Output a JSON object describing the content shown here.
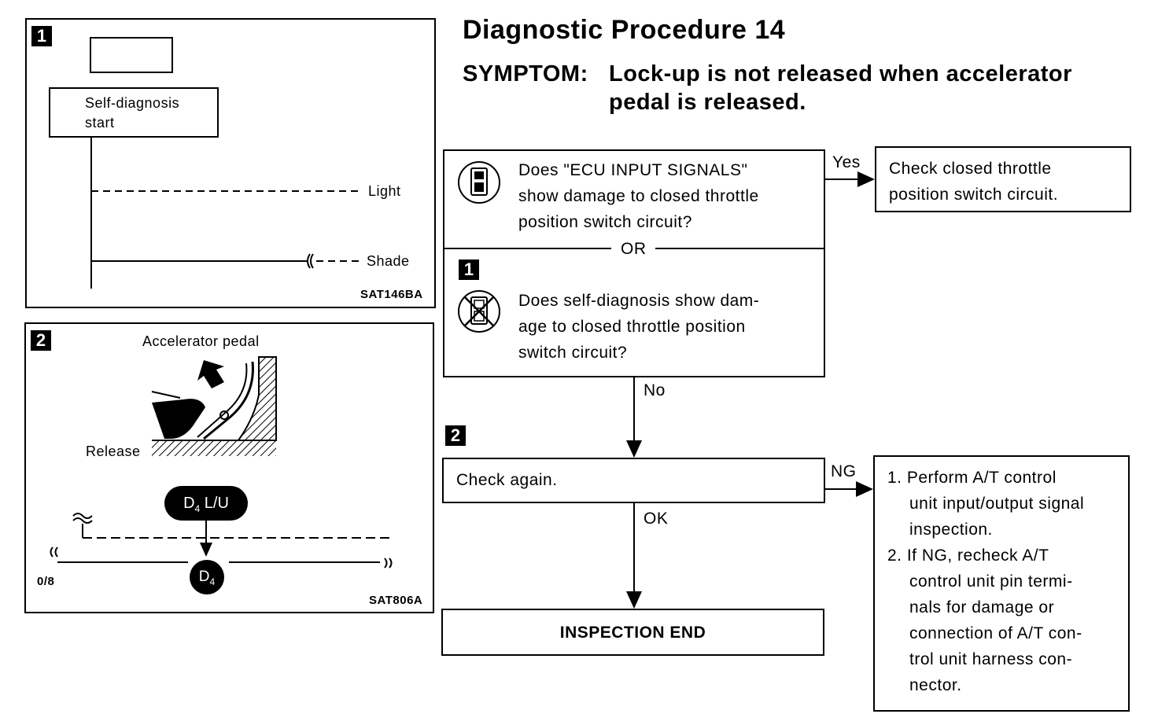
{
  "title": "Diagnostic Procedure 14",
  "symptom": {
    "label": "SYMPTOM:",
    "line1": "Lock-up is not released when accelerator",
    "line2": "pedal is released."
  },
  "panel1": {
    "badge": "1",
    "start_label_1": "Self-diagnosis",
    "start_label_2": "start",
    "light_label": "Light",
    "shade_label": "Shade",
    "code": "SAT146BA"
  },
  "panel2": {
    "badge": "2",
    "pedal_label": "Accelerator pedal",
    "release_label": "Release",
    "pill_d": "D",
    "pill_sub": "4",
    "pill_lu": "L/U",
    "circle_d": "D",
    "circle_sub": "4",
    "axis_label": "0/8",
    "code": "SAT806A"
  },
  "flow": {
    "q1": [
      "Does \"ECU INPUT SIGNALS\"",
      "show damage to closed throttle",
      "position switch circuit?"
    ],
    "or_label": "OR",
    "q2_badge": "1",
    "q2": [
      "Does self-diagnosis show dam-",
      "age to closed throttle position",
      "switch circuit?"
    ],
    "yes_label": "Yes",
    "yes_result": [
      "Check closed throttle",
      "position switch circuit."
    ],
    "no_label": "No",
    "step2_badge": "2",
    "check_again": "Check again.",
    "ng_label": "NG",
    "ok_label": "OK",
    "ng_result": [
      "1. Perform A/T control",
      "unit input/output signal",
      "inspection.",
      "2. If NG, recheck A/T",
      "control unit pin termi-",
      "nals for damage or",
      "connection of A/T con-",
      "trol unit harness con-",
      "nector."
    ],
    "end_label": "INSPECTION END"
  }
}
